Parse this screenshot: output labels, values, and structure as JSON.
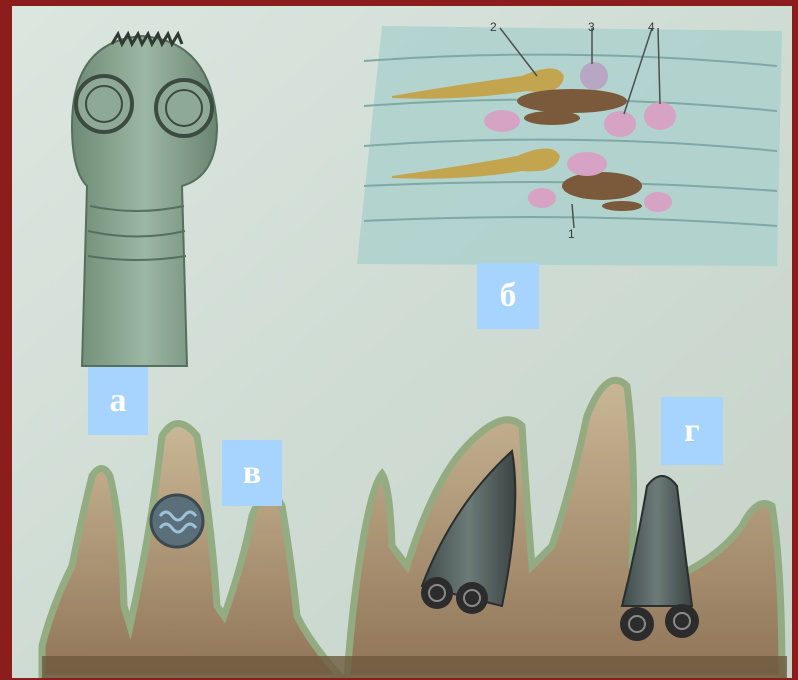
{
  "image": {
    "subject": "helminth",
    "panels": [
      {
        "id": "a",
        "label": "а"
      },
      {
        "id": "b",
        "label": "б"
      },
      {
        "id": "v",
        "label": "в"
      },
      {
        "id": "g",
        "label": "г"
      }
    ],
    "segment_numbers": [
      "2",
      "3",
      "4",
      "1"
    ]
  },
  "colors": {
    "frame": "#8c1d1d",
    "paper": "#d6e2db",
    "worm_green": "#7f9a86",
    "label_bg": "#a7d3ff",
    "label_text": "#ffffff"
  }
}
